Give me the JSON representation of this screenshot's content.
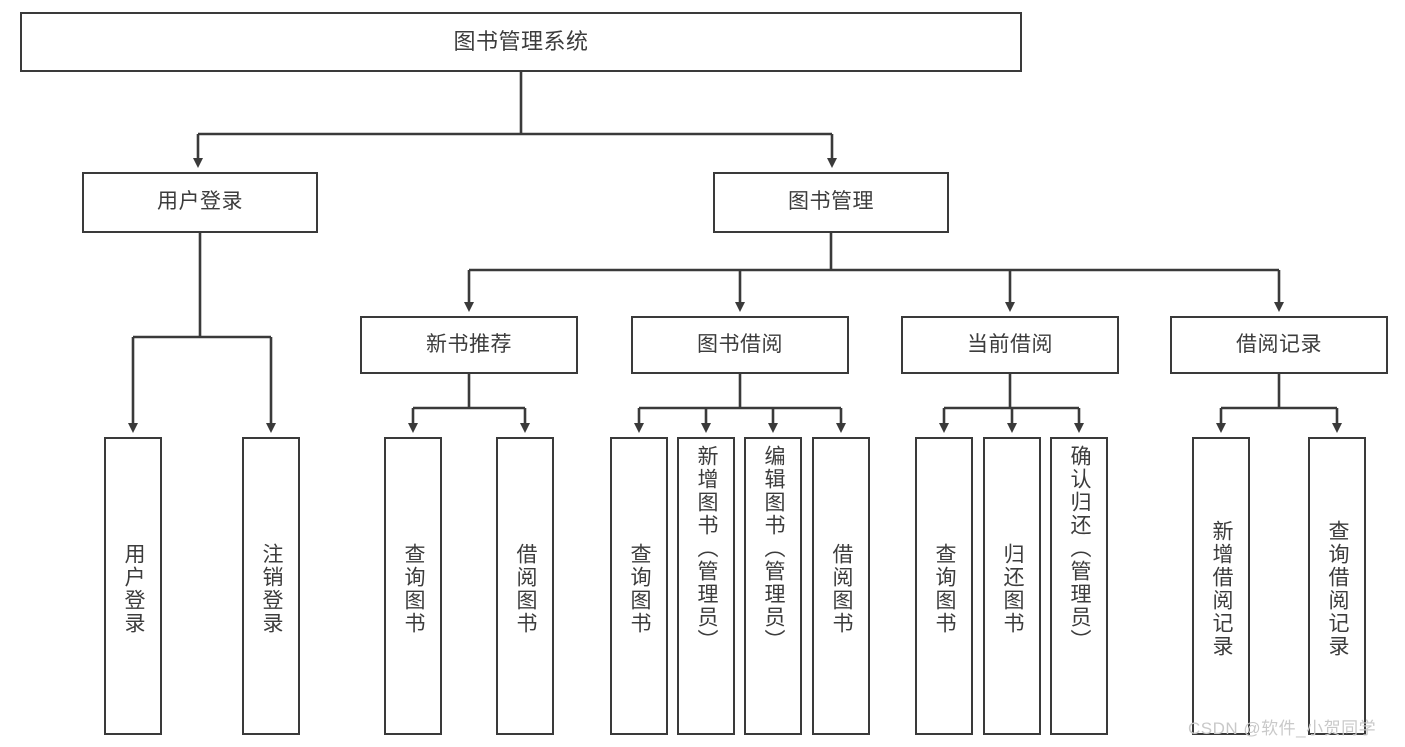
{
  "diagram": {
    "type": "tree",
    "title": "图书管理系统",
    "watermark": "CSDN @软件_小贺同学",
    "colors": {
      "box_border": "#3a3a3a",
      "box_fill": "#ffffff",
      "text": "#3c3c3c",
      "edge": "#3a3a3a",
      "watermark": "#c9c9c9",
      "background": "#ffffff"
    },
    "levels": {
      "root": "图书管理系统",
      "level2": [
        "用户登录",
        "图书管理"
      ],
      "level3": [
        "新书推荐",
        "图书借阅",
        "当前借阅",
        "借阅记录"
      ]
    },
    "nodes": {
      "root": {
        "label": "图书管理系统"
      },
      "user_login": {
        "label": "用户登录"
      },
      "book_manage": {
        "label": "图书管理"
      },
      "new_book_rec": {
        "label": "新书推荐"
      },
      "book_borrow": {
        "label": "图书借阅"
      },
      "current_borrow": {
        "label": "当前借阅"
      },
      "borrow_record": {
        "label": "借阅记录"
      }
    },
    "leaves": {
      "user_login": [
        "用户登录",
        "注销登录"
      ],
      "new_book_rec": [
        "查询图书",
        "借阅图书"
      ],
      "book_borrow": [
        "查询图书",
        "新增图书（管理员）",
        "编辑图书（管理员）",
        "借阅图书"
      ],
      "current_borrow": [
        "查询图书",
        "归还图书",
        "确认归还（管理员）"
      ],
      "borrow_record": [
        "新增借阅记录",
        "查询借阅记录"
      ]
    }
  }
}
